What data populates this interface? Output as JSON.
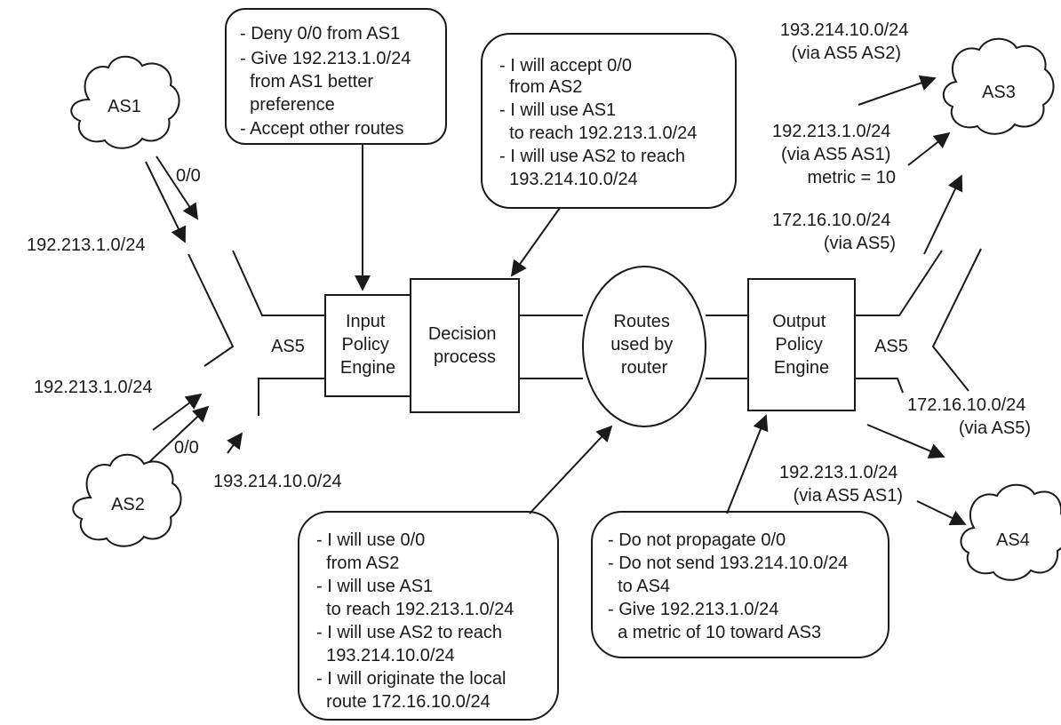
{
  "clouds": {
    "as1": "AS1",
    "as2": "AS2",
    "as3": "AS3",
    "as4": "AS4"
  },
  "router": {
    "as5_left": "AS5",
    "as5_right": "AS5",
    "input_engine": [
      "Input",
      "Policy",
      "Engine"
    ],
    "decision": [
      "Decision",
      "process"
    ],
    "routes": [
      "Routes",
      "used by",
      "router"
    ],
    "output_engine": [
      "Output",
      "Policy",
      "Engine"
    ]
  },
  "inbound_labels": {
    "as1_default": "0/0",
    "as1_prefix": "192.213.1.0/24",
    "as2_prefix": "192.213.1.0/24",
    "as2_default": "0/0",
    "as2_prefix_b": "193.214.10.0/24"
  },
  "outbound_labels": {
    "to_as3_a": [
      "193.214.10.0/24",
      "(via AS5 AS2)"
    ],
    "to_as3_b": [
      "192.213.1.0/24",
      "(via AS5 AS1)",
      "metric = 10"
    ],
    "to_as3_c": [
      "172.16.10.0/24",
      "(via AS5)"
    ],
    "to_as4_a": [
      "172.16.10.0/24",
      "(via AS5)"
    ],
    "to_as4_b": [
      "192.213.1.0/24",
      "(via AS5 AS1)"
    ]
  },
  "callouts": {
    "input_policy": [
      "- Deny 0/0 from AS1",
      "- Give 192.213.1.0/24",
      "  from AS1 better",
      "  preference",
      "- Accept other routes"
    ],
    "decision_top": [
      "- I will accept 0/0",
      "  from AS2",
      "- I will use AS1",
      "  to reach 192.213.1.0/24",
      "- I will use AS2 to reach",
      "  193.214.10.0/24"
    ],
    "routes_bottom": [
      "- I will use 0/0",
      "  from AS2",
      "- I will use AS1",
      "  to reach 192.213.1.0/24",
      "- I will use AS2 to reach",
      "  193.214.10.0/24",
      "- I will originate the local",
      "  route 172.16.10.0/24"
    ],
    "output_policy": [
      "- Do not propagate 0/0",
      "- Do not send 193.214.10.0/24",
      "  to AS4",
      "- Give 192.213.1.0/24",
      "  a metric of 10 toward AS3"
    ]
  }
}
